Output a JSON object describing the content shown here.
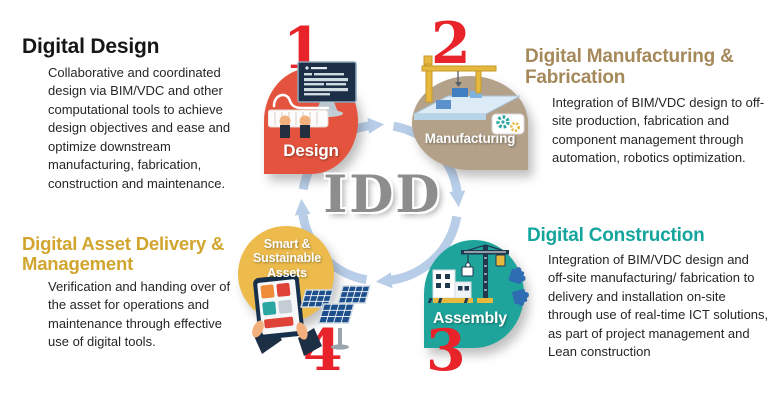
{
  "center_label": "IDD",
  "diagram": {
    "ring_color": "#b7cde8",
    "number_color": "#e8232a",
    "nodes": [
      {
        "number": "1",
        "label": "Design",
        "color": "#e4533d",
        "illustration": "computer-monitor-keyboard-icon"
      },
      {
        "number": "2",
        "label": "Manufacturing",
        "color": "#b3a189",
        "illustration": "gantry-crane-platform-icon"
      },
      {
        "number": "3",
        "label": "Assembly",
        "color": "#1ea49b",
        "illustration": "tower-crane-blocks-puzzle-icon"
      },
      {
        "number": "4",
        "label": "Smart & Sustainable Assets",
        "color": "#ecbb4c",
        "illustration": "hands-tablet-solar-panels-icon"
      }
    ]
  },
  "sections": [
    {
      "heading": "Digital Design",
      "heading_color": "#161616",
      "body": "Collaborative and coordinated design via BIM/VDC and other computational tools to achieve design objectives and ease and optimize downstream manufacturing, fabrication, construction and maintenance."
    },
    {
      "heading": "Digital Manufacturing & Fabrication",
      "heading_color": "#a5895a",
      "body": "Integration of BIM/VDC design to off-site production, fabrication and component management through automation, robotics optimization."
    },
    {
      "heading": "Digital Construction",
      "heading_color": "#16a59d",
      "body": "Integration of BIM/VDC design and off-site manufacturing/ fabrication to delivery and installation on-site through use of real-time ICT solutions, as part of project management and Lean construction"
    },
    {
      "heading": "Digital Asset Delivery & Management",
      "heading_color": "#d1a52e",
      "body": "Verification and handing over of the asset for operations and maintenance through effective use of digital tools."
    }
  ]
}
